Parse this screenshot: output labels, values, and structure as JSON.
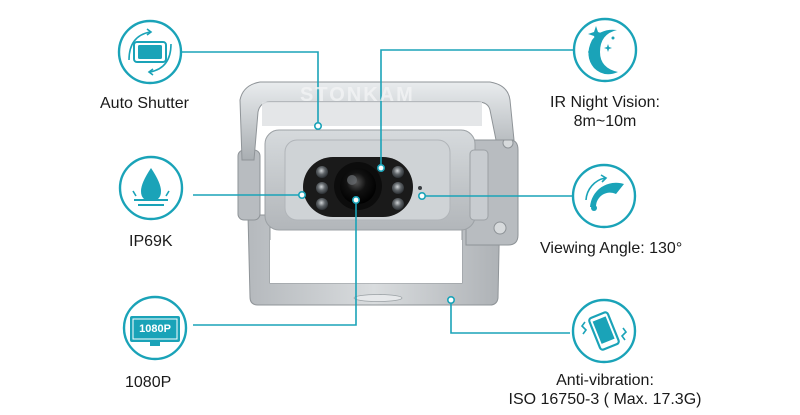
{
  "features": {
    "auto_shutter": {
      "label": "Auto Shutter",
      "icon": "auto-shutter-icon"
    },
    "ip69k": {
      "label": "IP69K",
      "icon": "water-drop-icon"
    },
    "resolution": {
      "label": "1080P",
      "badge_text": "1080P",
      "icon": "monitor-1080p-icon"
    },
    "ir_night_vision": {
      "line1": "IR Night Vision:",
      "line2": "8m~10m",
      "icon": "moon-stars-icon"
    },
    "viewing_angle": {
      "label": "Viewing Angle: 130°",
      "icon": "viewing-angle-icon"
    },
    "anti_vibration": {
      "line1": "Anti-vibration:",
      "line2": "ISO 16750-3 ( Max. 17.3G)",
      "icon": "vibrating-phone-icon"
    }
  },
  "product": {
    "brand_watermark": "STONKAM"
  },
  "colors": {
    "accent": "#1aa3b8",
    "metal": "#c8cbcd",
    "lens": "#1e1e1e"
  }
}
